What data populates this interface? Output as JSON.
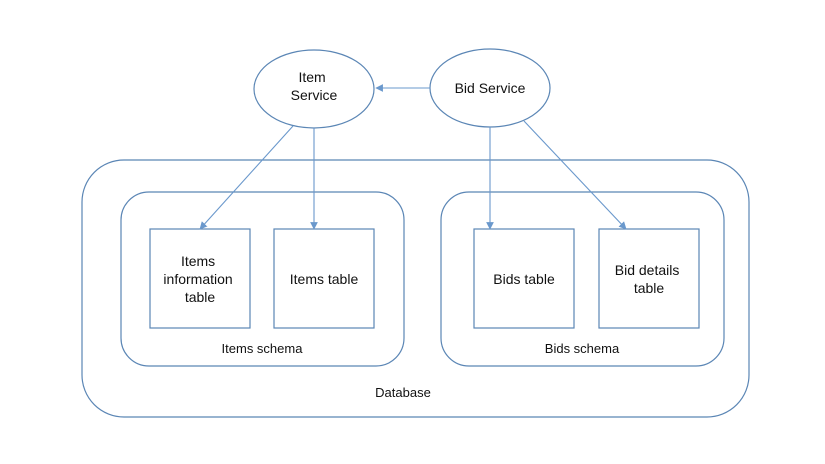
{
  "nodes": {
    "item_service": {
      "lines": [
        "Item",
        "Service"
      ]
    },
    "bid_service": {
      "lines": [
        "Bid Service"
      ]
    },
    "items_info_table": {
      "lines": [
        "Items",
        "information",
        "table"
      ]
    },
    "items_table": {
      "lines": [
        "Items table"
      ]
    },
    "bids_table": {
      "lines": [
        "Bids table"
      ]
    },
    "bid_details_table": {
      "lines": [
        "Bid details",
        "table"
      ]
    }
  },
  "groups": {
    "items_schema": {
      "label": "Items schema"
    },
    "bids_schema": {
      "label": "Bids schema"
    },
    "database": {
      "label": "Database"
    }
  },
  "edges": [
    {
      "from": "bid_service",
      "to": "item_service"
    },
    {
      "from": "item_service",
      "to": "items_info_table"
    },
    {
      "from": "item_service",
      "to": "items_table"
    },
    {
      "from": "bid_service",
      "to": "bids_table"
    },
    {
      "from": "bid_service",
      "to": "bid_details_table"
    }
  ],
  "colors": {
    "outline": "#5b86b5",
    "arrow": "#6a98cc",
    "text": "#111111"
  }
}
